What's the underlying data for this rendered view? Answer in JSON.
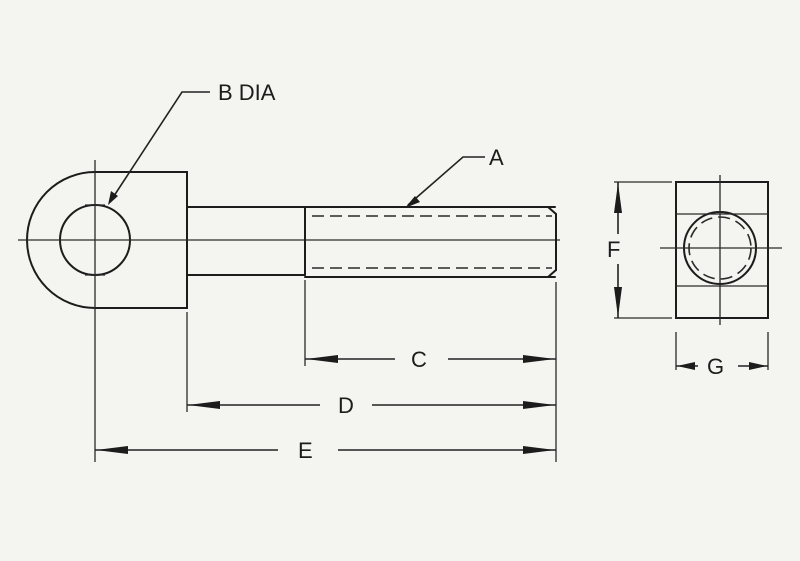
{
  "labels": {
    "b_dia": "B DIA",
    "a": "A",
    "c": "C",
    "d": "D",
    "e": "E",
    "f": "F",
    "g": "G"
  }
}
